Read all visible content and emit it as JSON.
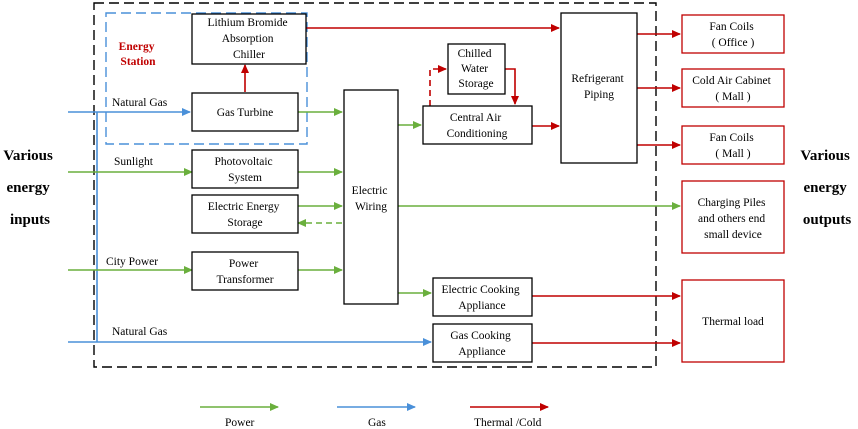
{
  "colors": {
    "power": "#6aaf3d",
    "gas": "#4a90d9",
    "thermal": "#c00000"
  },
  "side": {
    "inputs": [
      "Various",
      "energy",
      "inputs"
    ],
    "outputs": [
      "Various",
      "energy",
      "outputs"
    ]
  },
  "station_label": [
    "Energy",
    "Station"
  ],
  "blocks": {
    "chiller": [
      "Lithium Bromide",
      "Absorption",
      "Chiller"
    ],
    "turbine": [
      "Gas Turbine"
    ],
    "pv": [
      "Photovoltaic",
      "System"
    ],
    "storage": [
      "Electric Energy",
      "Storage"
    ],
    "transformer": [
      "Power",
      "Transformer"
    ],
    "wiring": [
      "Electric",
      "Wiring"
    ],
    "chilled": [
      "Chilled",
      "Water",
      "Storage"
    ],
    "central_ac": [
      "Central Air",
      "Conditioning"
    ],
    "refrigerant": [
      "Refrigerant",
      "Piping"
    ],
    "elec_cooking": [
      "Electric Cooking",
      "Appliance"
    ],
    "gas_cooking": [
      "Gas Cooking",
      "Appliance"
    ]
  },
  "outputs": {
    "fan_office": [
      "Fan Coils",
      "( Office )"
    ],
    "cold_cabinet": [
      "Cold Air Cabinet",
      "( Mall )"
    ],
    "fan_mall": [
      "Fan Coils",
      "( Mall )"
    ],
    "charging": [
      "Charging Piles",
      "and others end",
      "small device"
    ],
    "thermal": [
      "Thermal load"
    ]
  },
  "inputs": {
    "natural_gas_1": "Natural Gas",
    "sunlight": "Sunlight",
    "city_power": "City Power",
    "natural_gas_2": "Natural Gas"
  },
  "legend": {
    "power": "Power",
    "gas": "Gas",
    "thermal": "Thermal /Cold"
  }
}
